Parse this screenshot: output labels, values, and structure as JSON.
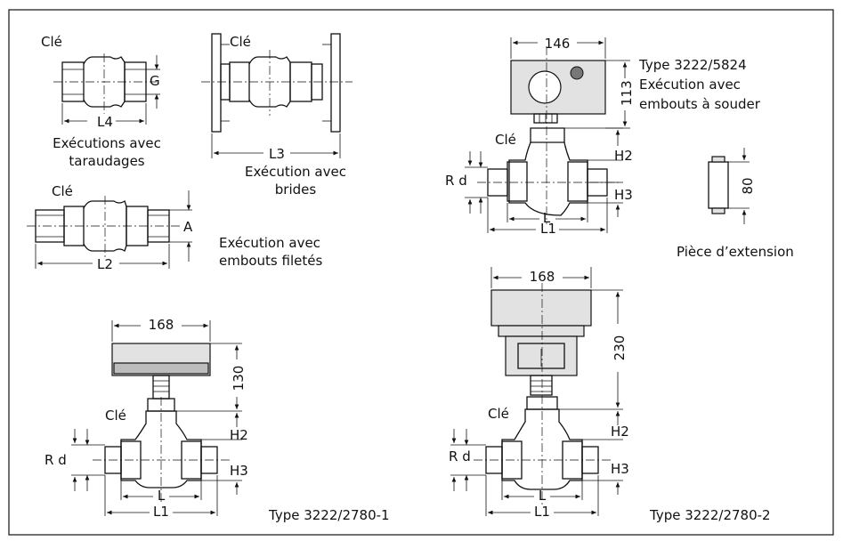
{
  "labels": {
    "cle_1": "Clé",
    "cle_2": "Clé",
    "cle_3": "Clé",
    "cle_4": "Clé",
    "cle_5": "Clé",
    "cle_6": "Clé",
    "dim_g": "G",
    "dim_l4": "L4",
    "dim_l3": "L3",
    "dim_l2": "L2",
    "dim_a": "A",
    "exec_taraudages": [
      "Exécutions avec",
      "taraudages"
    ],
    "exec_brides": [
      "Exécution avec",
      "brides"
    ],
    "exec_filetes": [
      "Exécution avec",
      "embouts filetés"
    ],
    "dim_146": "146",
    "dim_113": "113",
    "type_5824": [
      "Type 3222/5824",
      "Exécution avec",
      "embouts à souder"
    ],
    "dim_h2_a": "H2",
    "dim_h3_a": "H3",
    "dim_rd_a": "R d",
    "dim_l_a": "L",
    "dim_l1_a": "L1",
    "dim_80": "80",
    "piece_extension": "Pièce d’extension",
    "dim_168_a": "168",
    "dim_130": "130",
    "dim_h2_b": "H2",
    "dim_h3_b": "H3",
    "dim_rd_b": "R d",
    "dim_l_b": "L",
    "dim_l1_b": "L1",
    "type_2780_1": "Type 3222/2780-1",
    "dim_168_b": "168",
    "dim_230": "230",
    "dim_h2_c": "H2",
    "dim_h3_c": "H3",
    "dim_rd_c": "R d",
    "dim_l_c": "L",
    "dim_l1_c": "L1",
    "type_2780_2": "Type 3222/2780-2"
  }
}
